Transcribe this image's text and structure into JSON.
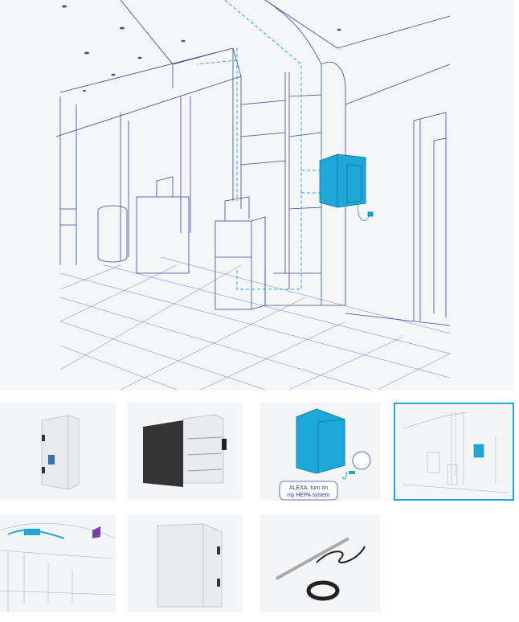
{
  "gallery": {
    "main_image": "hepa-system-basement-illustration",
    "selected_index": 3,
    "thumbnails": [
      {
        "name": "hepa-unit-front"
      },
      {
        "name": "hepa-unit-open-door"
      },
      {
        "name": "hepa-unit-alexa",
        "caption_line1": "ALEXA, turn on",
        "caption_line2": "my HEPA system"
      },
      {
        "name": "basement-illustration"
      },
      {
        "name": "kitchen-illustration"
      },
      {
        "name": "hepa-unit-side"
      },
      {
        "name": "accessories-cable"
      }
    ]
  },
  "colors": {
    "accent": "#1ea8d9",
    "line": "#3b47a0",
    "background": "#f5f6f8"
  }
}
